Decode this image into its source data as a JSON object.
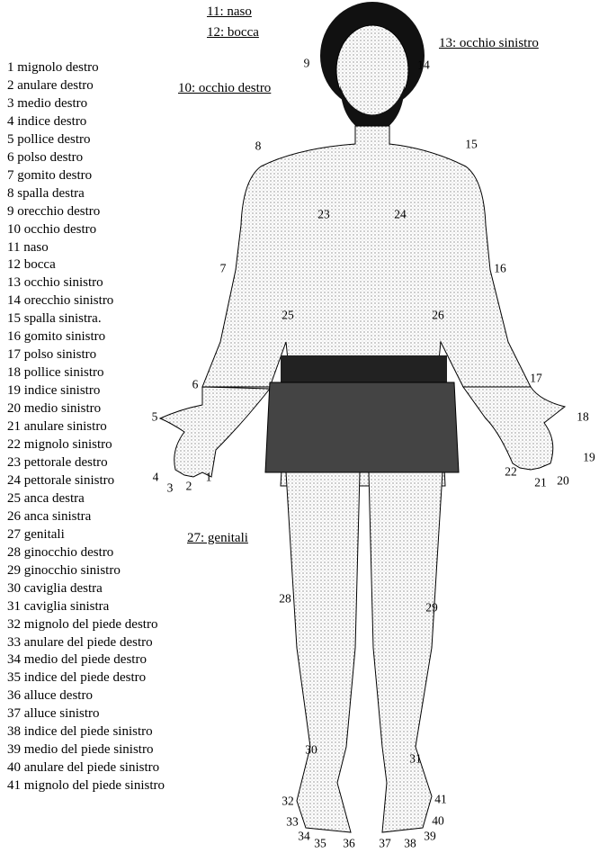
{
  "legend": [
    "1 mignolo destro",
    "2 anulare destro",
    "3 medio destro",
    "4 indice destro",
    "5 pollice destro",
    "6 polso destro",
    "7 gomito destro",
    "8 spalla destra",
    "9 orecchio destro",
    "10 occhio destro",
    "11 naso",
    "12 bocca",
    "13 occhio sinistro",
    "14 orecchio sinistro",
    "15 spalla sinistra.",
    "16 gomito sinistro",
    "17 polso sinistro",
    "18 pollice sinistro",
    "19 indice sinistro",
    "20 medio sinistro",
    "21 anulare sinistro",
    "22 mignolo sinistro",
    "23 pettorale destro",
    "24 pettorale sinistro",
    "25 anca destra",
    "26 anca sinistra",
    "27 genitali",
    "28 ginocchio destro",
    "29 ginocchio sinistro",
    "30 caviglia destra",
    "31 caviglia sinistra",
    "32 mignolo del piede destro",
    "33 anulare del piede destro",
    "34 medio del piede destro",
    "35 indice del piede destro",
    "36 alluce destro",
    "37 alluce sinistro",
    "38 indice del piede sinistro",
    "39 medio del piede sinistro",
    "40 anulare del piede sinistro",
    "41 mignolo del piede sinistro"
  ],
  "callouts": {
    "naso": "11: naso",
    "bocca": "12: bocca",
    "occhio_destro": "10: occhio destro",
    "occhio_sinistro": "13: occhio sinistro",
    "genitali": "27: genitali"
  },
  "body_labels": [
    "1",
    "2",
    "3",
    "4",
    "5",
    "6",
    "7",
    "8",
    "9",
    "14",
    "15",
    "16",
    "17",
    "18",
    "19",
    "20",
    "21",
    "22",
    "23",
    "24",
    "25",
    "26",
    "28",
    "29",
    "30",
    "31",
    "32",
    "33",
    "34",
    "35",
    "36",
    "37",
    "38",
    "39",
    "40",
    "41"
  ]
}
